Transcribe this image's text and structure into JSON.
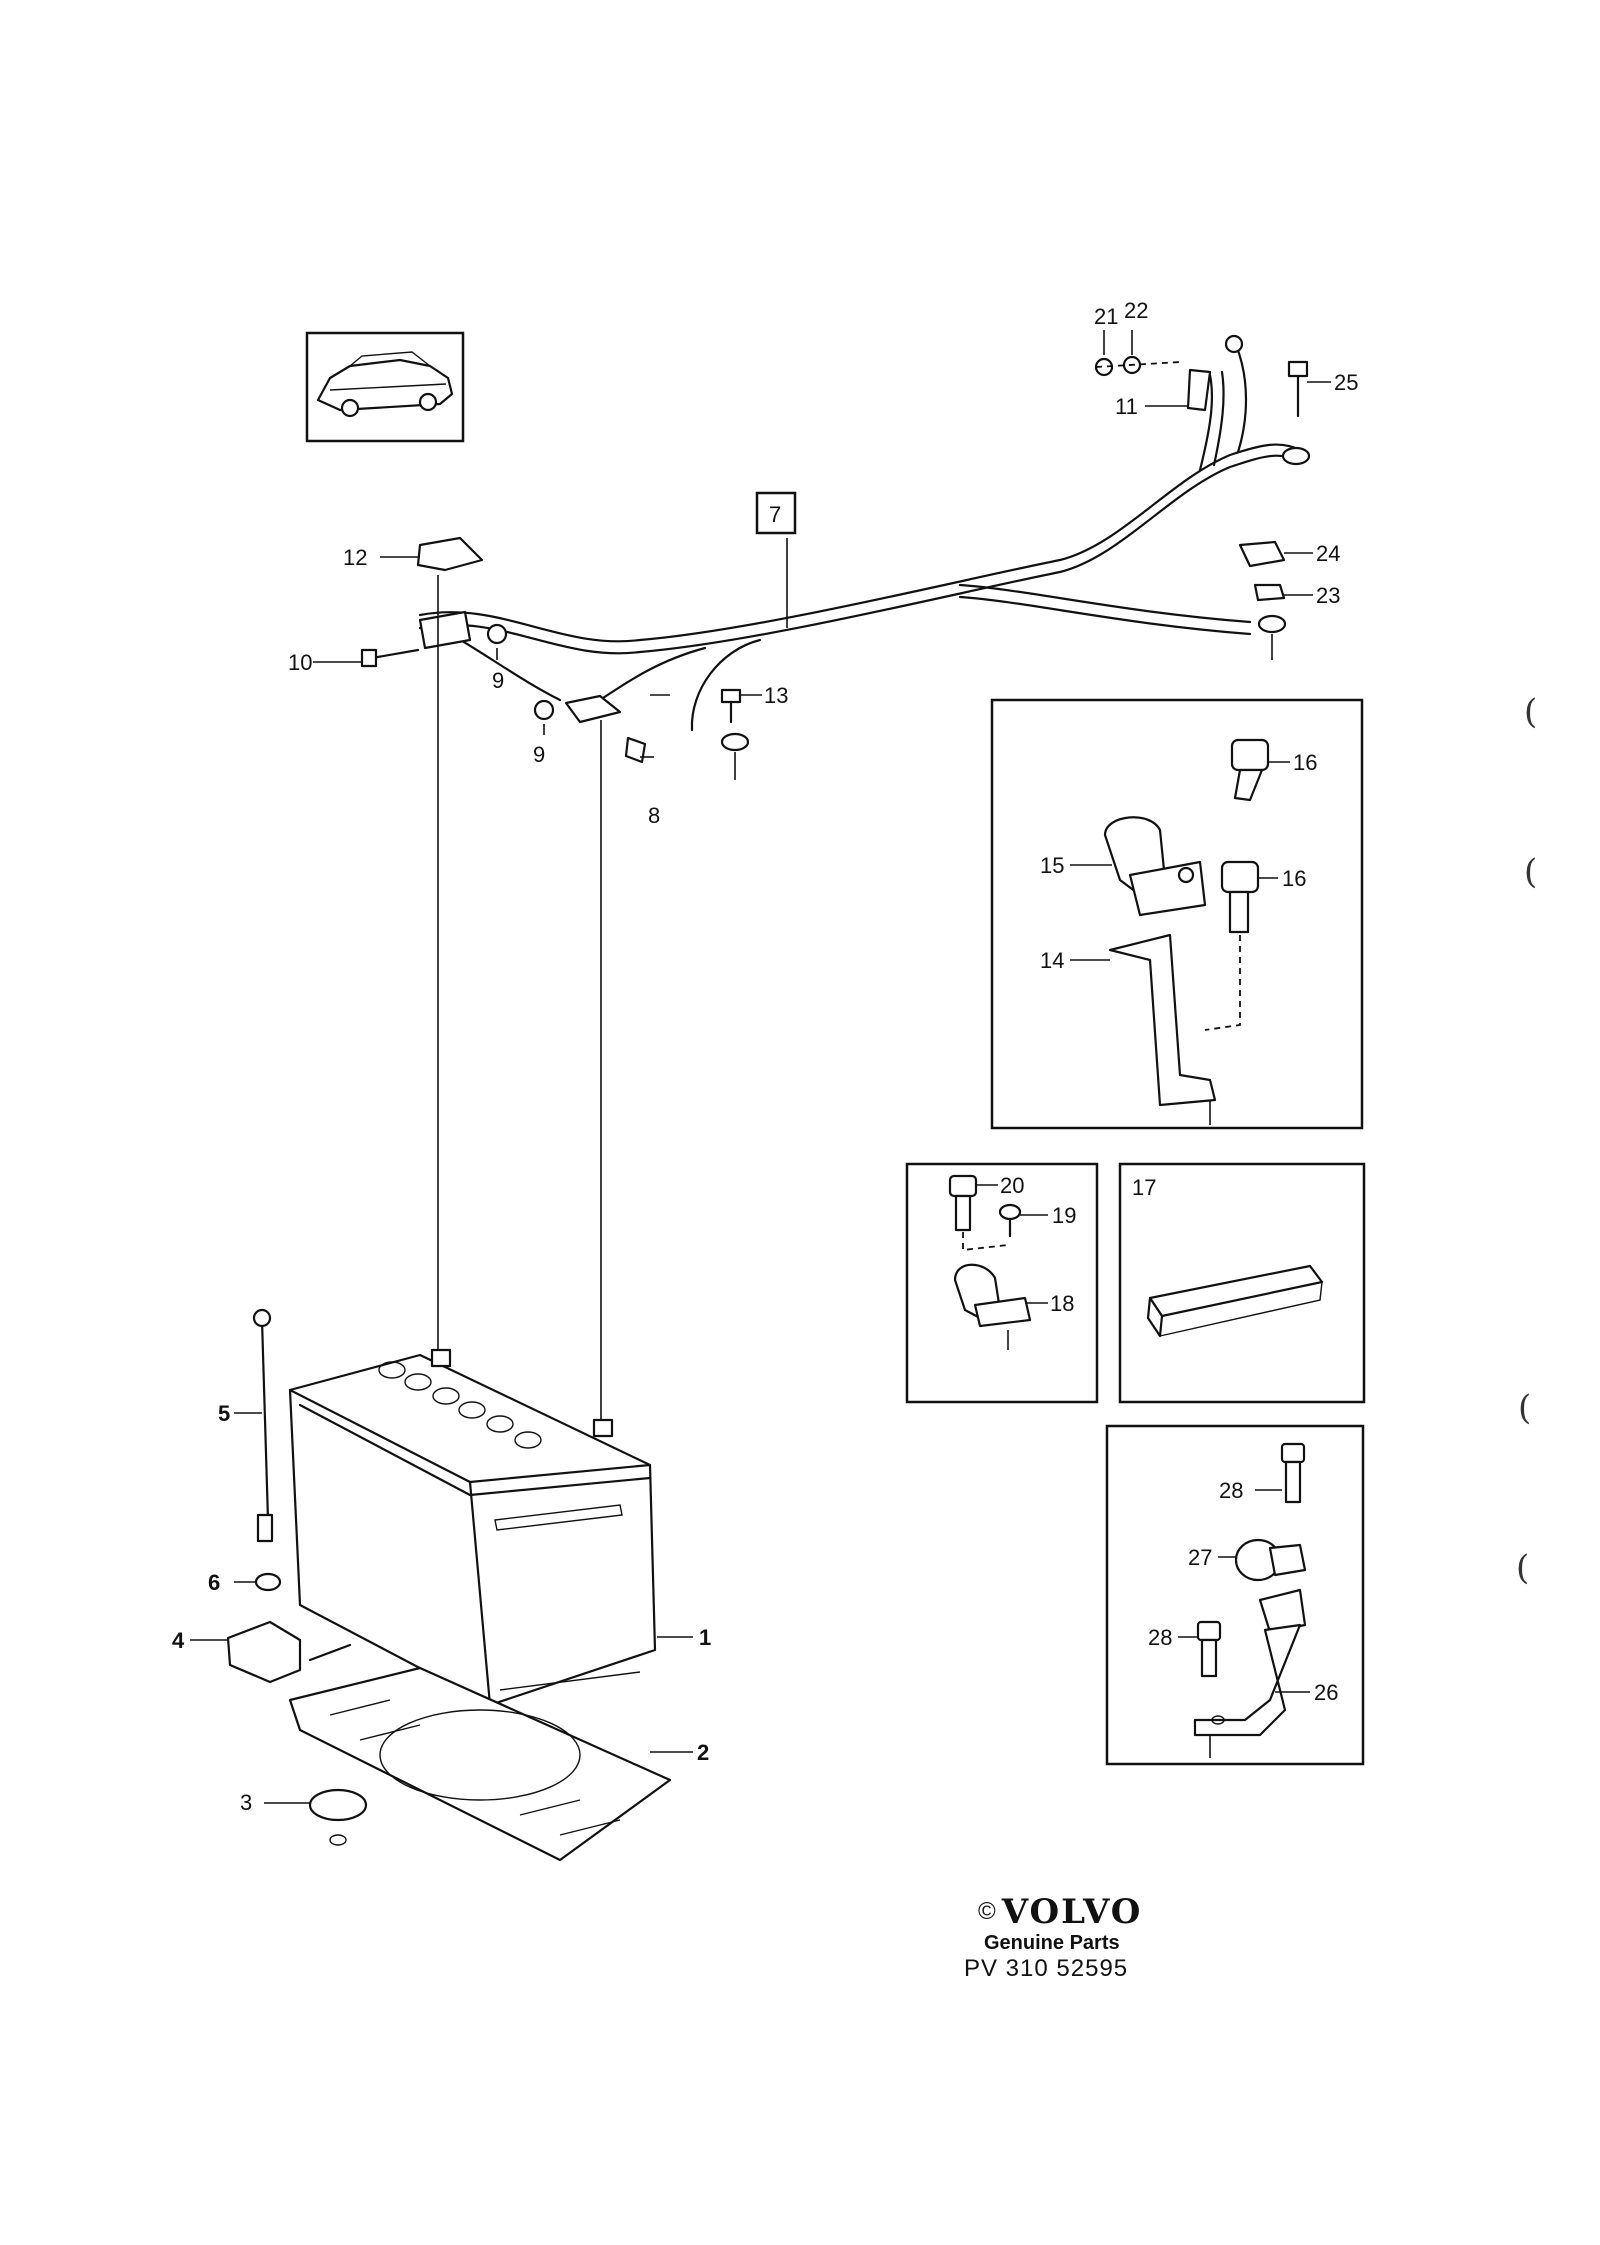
{
  "callouts": {
    "p1": "1",
    "p2": "2",
    "p3": "3",
    "p4": "4",
    "p5": "5",
    "p6": "6",
    "p7": "7",
    "p8": "8",
    "p9a": "9",
    "p9b": "9",
    "p10": "10",
    "p11": "11",
    "p12": "12",
    "p13": "13",
    "p14": "14",
    "p15": "15",
    "p16a": "16",
    "p16b": "16",
    "p17": "17",
    "p18": "18",
    "p19": "19",
    "p20": "20",
    "p21": "21",
    "p22": "22",
    "p23": "23",
    "p24": "24",
    "p25": "25",
    "p26": "26",
    "p27": "27",
    "p28a": "28",
    "p28b": "28"
  },
  "brand": {
    "copyright": "©",
    "logo": "VOLVO",
    "tagline": "Genuine Parts",
    "ref": "PV 310 52595"
  },
  "margin_marks": [
    "(",
    "(",
    "(",
    "("
  ],
  "icons": [
    "car-thumbnail-icon"
  ]
}
